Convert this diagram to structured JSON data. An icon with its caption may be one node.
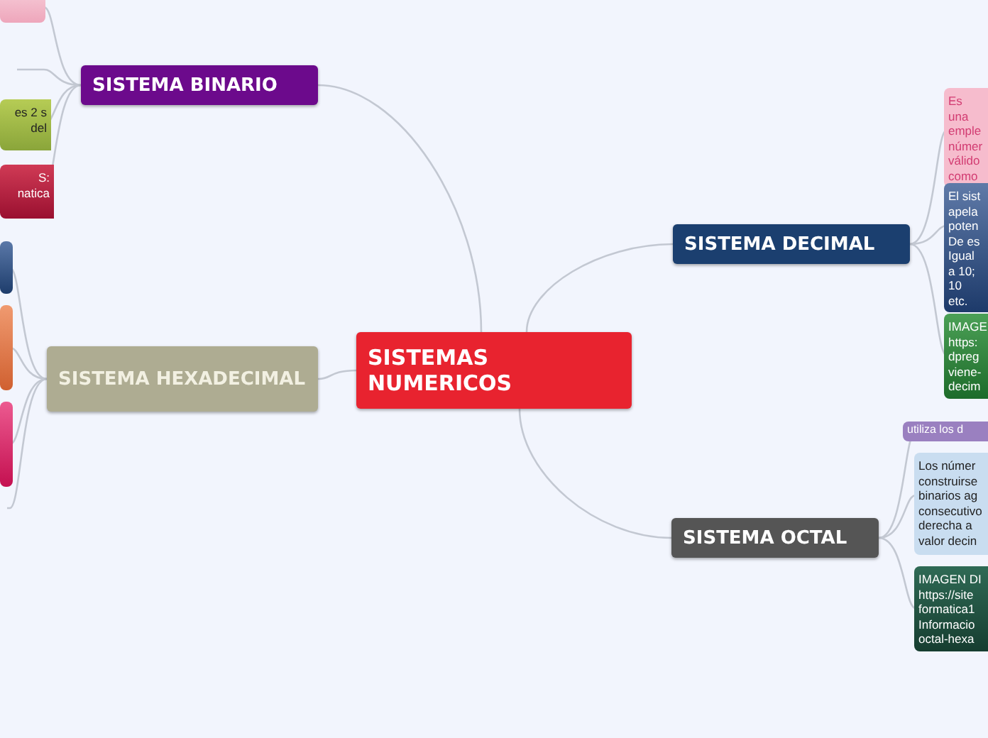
{
  "diagram": {
    "nodes": [
      {
        "text": [
          "SISTEMAS NUMERICOS"
        ]
      },
      {
        "text": [
          "SISTEMA BINARIO"
        ]
      },
      {
        "text": [],
        "shape": "box"
      },
      {
        "text": [
          "es 2 s del"
        ]
      },
      {
        "text": [
          "S: natica"
        ]
      },
      {
        "text": [
          "SISTEMA HEXADECIMAL"
        ]
      },
      {
        "text": [],
        "shape": "box"
      },
      {
        "text": [],
        "shape": "box"
      },
      {
        "text": [],
        "shape": "box"
      },
      {
        "text": [
          "SISTEMA DECIMAL"
        ]
      },
      {
        "text": [
          "Es una emple númer válido como"
        ]
      },
      {
        "text": [
          "El sist apela poten De es Igual a 10; 10 etc."
        ]
      },
      {
        "text": [
          "IMAGE https: dpreg viene- decim"
        ]
      },
      {
        "text": [
          "SISTEMA OCTAL"
        ]
      },
      {
        "text": [
          "utiliza los d"
        ]
      },
      {
        "text": [
          "Los númer construirse binarios ag consecutivo derecha a valor decin"
        ]
      },
      {
        "text": [
          "IMAGEN DI https://site formatica1 Informacio octal-hexa"
        ]
      }
    ],
    "edges": [
      {
        "from": 0,
        "to": 1,
        "arrow": "none"
      },
      {
        "from": 0,
        "to": 5,
        "arrow": "none"
      },
      {
        "from": 0,
        "to": 9,
        "arrow": "none"
      },
      {
        "from": 0,
        "to": 13,
        "arrow": "none"
      },
      {
        "from": 1,
        "to": 2,
        "arrow": "none"
      },
      {
        "from": 1,
        "to": null,
        "arrow": "none"
      },
      {
        "from": 1,
        "to": 3,
        "arrow": "none"
      },
      {
        "from": 1,
        "to": 4,
        "arrow": "none"
      },
      {
        "from": 5,
        "to": 6,
        "arrow": "none"
      },
      {
        "from": 5,
        "to": 7,
        "arrow": "none"
      },
      {
        "from": 5,
        "to": 8,
        "arrow": "none"
      },
      {
        "from": 5,
        "to": null,
        "arrow": "none"
      },
      {
        "from": 9,
        "to": 10,
        "arrow": "none"
      },
      {
        "from": 9,
        "to": 11,
        "arrow": "none"
      },
      {
        "from": 9,
        "to": 12,
        "arrow": "none"
      },
      {
        "from": 13,
        "to": 14,
        "arrow": "none"
      },
      {
        "from": 13,
        "to": 15,
        "arrow": "none"
      },
      {
        "from": 13,
        "to": 16,
        "arrow": "none"
      }
    ]
  }
}
